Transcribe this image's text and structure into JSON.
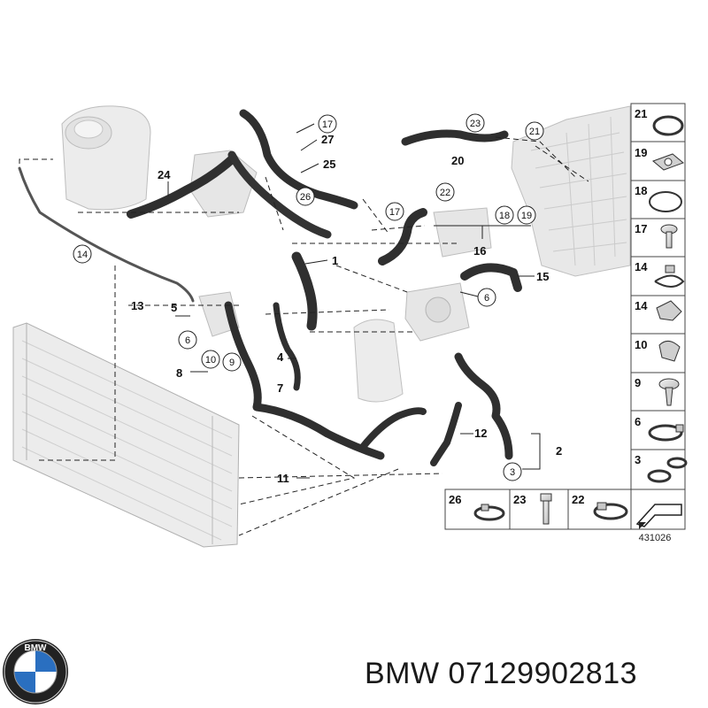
{
  "diagram_id": "431026",
  "caption": "BMW 07129902813",
  "brand_logo_letters": "BMW",
  "callouts": [
    "1",
    "2",
    "3",
    "4",
    "5",
    "6",
    "7",
    "8",
    "9",
    "10",
    "11",
    "12",
    "13",
    "14",
    "15",
    "16",
    "17",
    "18",
    "19",
    "20",
    "21",
    "22",
    "23",
    "24",
    "25",
    "26",
    "27"
  ],
  "legend_right": [
    {
      "label": "21",
      "icon": "o-ring-icon"
    },
    {
      "label": "19",
      "icon": "gasket-icon"
    },
    {
      "label": "18",
      "icon": "seal-ring-icon"
    },
    {
      "label": "17",
      "icon": "screw-icon"
    },
    {
      "label": "14",
      "icon": "clamp-icon"
    },
    {
      "label": "14",
      "icon": "clip-icon"
    },
    {
      "label": "10",
      "icon": "clip-icon"
    },
    {
      "label": "9",
      "icon": "push-rivet-icon"
    },
    {
      "label": "6",
      "icon": "hose-clamp-icon"
    },
    {
      "label": "3",
      "icon": "hose-clamp-pair-icon"
    }
  ],
  "legend_bottom": [
    {
      "label": "26",
      "icon": "hose-clamp-icon"
    },
    {
      "label": "23",
      "icon": "bolt-icon"
    },
    {
      "label": "22",
      "icon": "worm-clamp-icon"
    }
  ],
  "colors": {
    "hose": "#3c3c3c",
    "hose_highlight": "#7a7a7a",
    "component": "#d9d9d9",
    "line": "#333333"
  }
}
